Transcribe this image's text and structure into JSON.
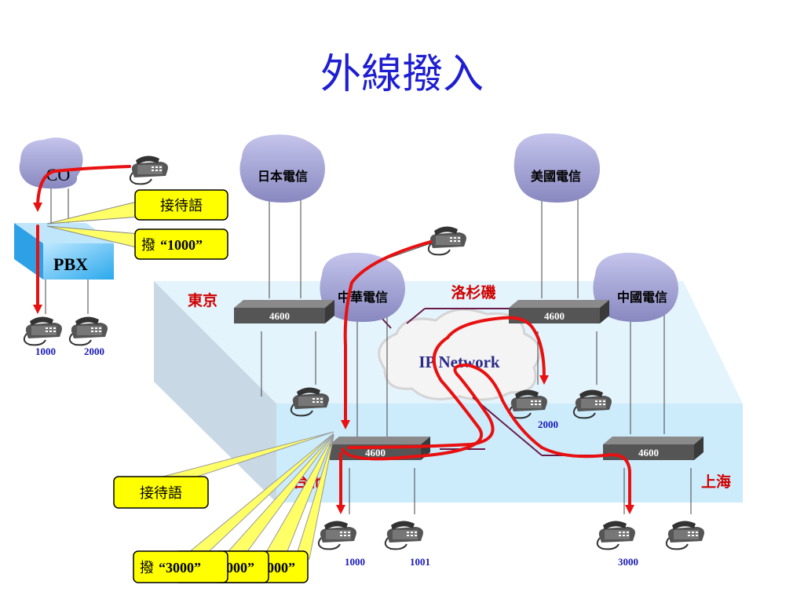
{
  "title": "外線撥入",
  "co_label": "CO",
  "pbx_label": "PBX",
  "carriers": {
    "japan": "日本電信",
    "usa": "美國電信",
    "taiwan": "中華電信",
    "china": "中國電信"
  },
  "cities": {
    "tokyo": "東京",
    "la": "洛杉磯",
    "taipei": "台北",
    "shanghai": "上海"
  },
  "switch_label": "4600",
  "network_label": "IP Network",
  "extensions": {
    "pbx_a": "1000",
    "pbx_b": "2000",
    "la": "2000",
    "taipei_a": "1000",
    "taipei_b": "1001",
    "shanghai": "3000"
  },
  "callouts": {
    "greeting_top": "接待語",
    "dial_top_prefix": "撥",
    "dial_top_number": "“1000”",
    "greeting_bottom": "接待語",
    "dial_bottom_prefix": "撥",
    "dial_bottom_number": "“3000”",
    "dial_stack_2": "000”",
    "dial_stack_3": "000”"
  },
  "colors": {
    "title": "#1e1ed2",
    "call_path": "#e81010",
    "callout_fill": "#ffff00",
    "cloud": "#9f9fcf",
    "switch": "#4a4a4a",
    "platform": "#e4f4fc"
  }
}
